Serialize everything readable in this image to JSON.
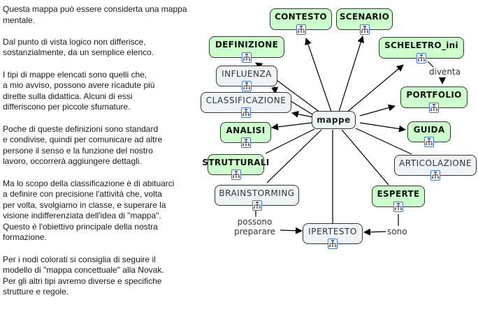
{
  "sidebar_text": {
    "paragraphs": [
      "Questa mappa può essere considerta una mappa mentale.",
      "Dal punto di vista logico non differisce,\nsostanzialmente, da un semplice elenco.",
      "I tipi di mappe elencati sono quelli che,\na mio avviso, possono avere ricadute più\ndirette sulla didattica. Alcuni di essi\ndifferiscono per piccole sfumature.",
      "Poche di queste definizioni sono standard\ne condivise, quindi per comunicare ad altre\npersone il senso e la funzione del nostro\nlavoro, occorrerà aggiungere dettagli.",
      "Ma lo scopo della classificazione è di abituarci\na definire con precisione l'attività che, volta\nper volta, svolgiamo in classe, e superare la\nvisione indifferenziata dell'idea di \"mappa\".\nQuesto è l'obiettivo principale della nostra\nformazione.",
      "Per i nodi colorati si consiglia di seguire il\nmodello di \"mappa concettuale\" alla Novak.\nPer gli altri tipi avremo diverse e specifiche\nstrutture e regole."
    ]
  },
  "map": {
    "center": {
      "label": "mappe"
    },
    "nodes": {
      "contesto": {
        "label": "CONTESTO",
        "style": "green",
        "icon": "submap-icon"
      },
      "scenario": {
        "label": "SCENARIO",
        "style": "green",
        "icon": "submap-icon"
      },
      "definizione": {
        "label": "DEFINIZIONE",
        "style": "green",
        "icon": "submap-icon"
      },
      "scheletro": {
        "label": "SCHELETRO_ini",
        "style": "green",
        "icon": "submap-icon"
      },
      "influenza": {
        "label": "INFLUENZA",
        "style": "gray",
        "icon": "submap-icon"
      },
      "classificazione": {
        "label": "CLASSIFICAZIONE",
        "style": "gray",
        "icon": "submap-icon"
      },
      "portfolio": {
        "label": "PORTFOLIO",
        "style": "green",
        "icon": "submap-icon"
      },
      "analisi": {
        "label": "ANALISI",
        "style": "green",
        "icon": "submap-icon"
      },
      "guida": {
        "label": "GUIDA",
        "style": "green",
        "icon": "submap-icon"
      },
      "strutturali": {
        "label": "STRUTTURALI",
        "style": "green",
        "icon": "submap-icon"
      },
      "articolazione": {
        "label": "ARTICOLAZIONE",
        "style": "gray",
        "icon": "submap-icon"
      },
      "brainstorming": {
        "label": "BRAINSTORMING",
        "style": "gray",
        "icon": "submap-icon"
      },
      "esperte": {
        "label": "ESPERTE",
        "style": "green",
        "icon": "submap-icon"
      },
      "ipertesto": {
        "label": "IPERTESTO",
        "style": "gray",
        "icon": "submap-icon"
      }
    },
    "link_labels": {
      "diventa": "diventa",
      "possono_preparare": "possono\npreparare",
      "sono": "sono"
    },
    "colors": {
      "green_node": "#ccffcc",
      "gray_node": "#eef3f6",
      "border": "#333333",
      "icon_border": "#3a76c9"
    }
  }
}
